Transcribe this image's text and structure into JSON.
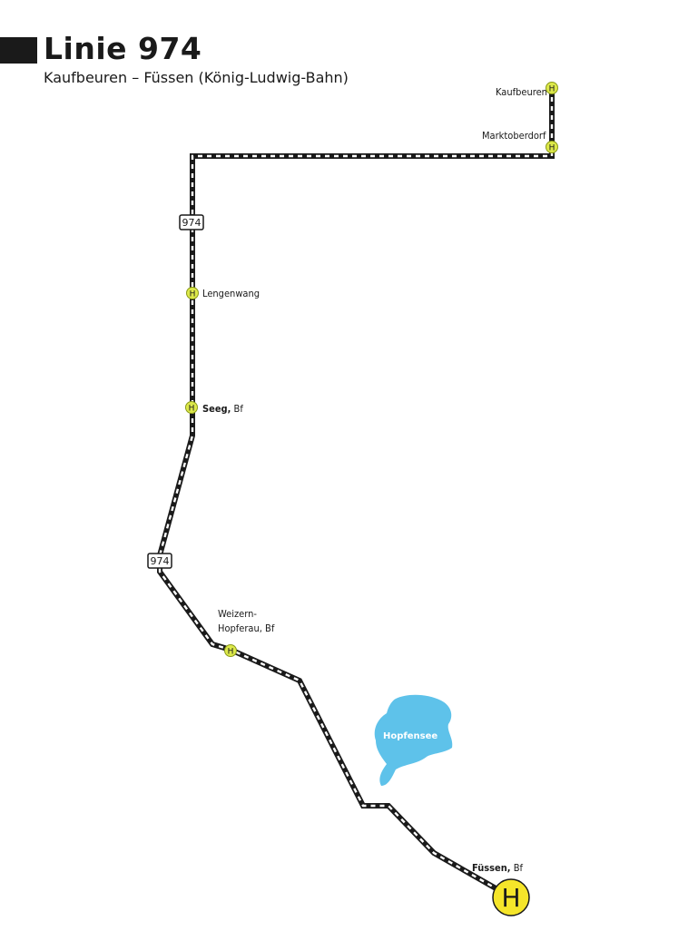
{
  "header": {
    "title": "Linie 974",
    "subtitle": "Kaufbeuren – Füssen (König-Ludwig-Bahn)"
  },
  "stops": [
    {
      "id": "kaufbeuren",
      "name": "Kaufbeuren",
      "suffix": ""
    },
    {
      "id": "marktoberdorf",
      "name": "Marktoberdorf",
      "suffix": ""
    },
    {
      "id": "lengenwang",
      "name": "Lengenwang",
      "suffix": ""
    },
    {
      "id": "seeg",
      "name": "Seeg,",
      "suffix": " Bf"
    },
    {
      "id": "weizern",
      "name": "Weizern-",
      "name2": "Hopferau, Bf",
      "suffix": ""
    },
    {
      "id": "fuessen",
      "name": "Füssen,",
      "suffix": " Bf"
    }
  ],
  "stop_symbol": "H",
  "route_shields": [
    "974",
    "974"
  ],
  "lake": {
    "name": "Hopfensee"
  },
  "colors": {
    "stop_fill": "#dde94a",
    "terminus_fill": "#f5e52a",
    "lake": "#5ec2ea",
    "rail": "#1a1a1a"
  }
}
